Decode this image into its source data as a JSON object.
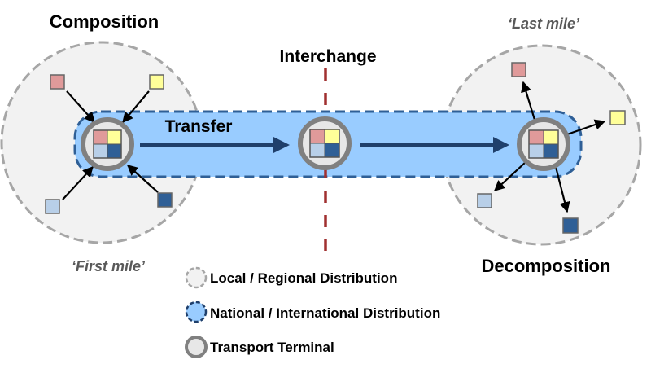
{
  "diagram": {
    "labels": {
      "composition": "Composition",
      "decomposition": "Decomposition",
      "interchange": "Interchange",
      "transfer": "Transfer",
      "first_mile": "‘First mile’",
      "last_mile": "‘Last mile’"
    },
    "colors": {
      "local_fill": "#f2f2f2",
      "local_stroke": "#a6a6a6",
      "national_fill": "#99ccff",
      "national_stroke": "#2f5f96",
      "terminal_fill": "#e7e7e7",
      "terminal_stroke": "#808080",
      "flow_arrow": "#1f3f6b",
      "interchange_line": "#a03030",
      "cargo_red": "#e09a9a",
      "cargo_yellow": "#ffff99",
      "cargo_lightblue": "#b8cfe8",
      "cargo_darkblue": "#2f5f96"
    },
    "legend": [
      {
        "key": "local",
        "label": "Local / Regional Distribution"
      },
      {
        "key": "national",
        "label": "National / International Distribution"
      },
      {
        "key": "terminal",
        "label": "Transport Terminal"
      }
    ]
  }
}
